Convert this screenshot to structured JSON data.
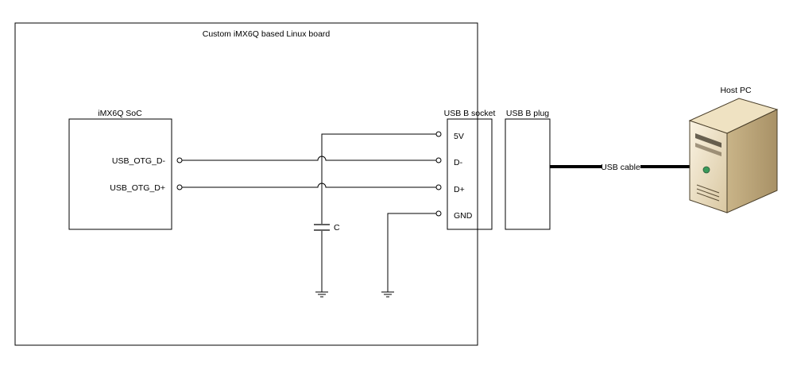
{
  "board": {
    "title": "Custom iMX6Q based Linux board"
  },
  "soc": {
    "title": "iMX6Q SoC",
    "pins": [
      "USB_OTG_D-",
      "USB_OTG_D+"
    ]
  },
  "socket": {
    "title": "USB B socket",
    "pins": [
      "5V",
      "D-",
      "D+",
      "GND"
    ]
  },
  "plug": {
    "title": "USB B plug"
  },
  "cable": {
    "label": "USB cable"
  },
  "capacitor": {
    "label": "C"
  },
  "host": {
    "title": "Host PC",
    "icon": "server-tower-icon"
  },
  "colors": {
    "line": "#000000",
    "pc_body": "#f1e6cc",
    "pc_side": "#d8c7a0",
    "pc_led": "#3a9a5a"
  }
}
